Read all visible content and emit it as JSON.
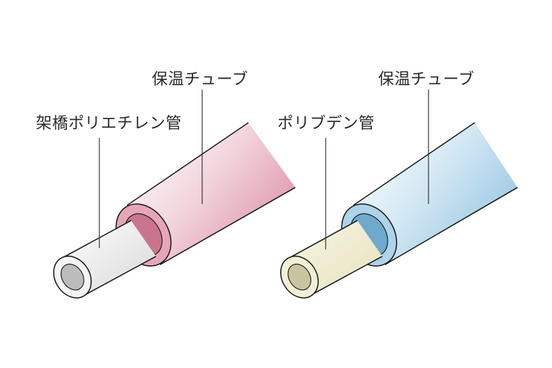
{
  "diagram": {
    "left_pipe": {
      "outer_label": "保温チューブ",
      "inner_label": "架橋ポリエチレン管",
      "outer_color": "#d98aa0",
      "inner_color": "#e6e6e6"
    },
    "right_pipe": {
      "outer_label": "保温チューブ",
      "inner_label": "ポリブデン管",
      "outer_color": "#8ec1de",
      "inner_color": "#ece8c9"
    }
  }
}
